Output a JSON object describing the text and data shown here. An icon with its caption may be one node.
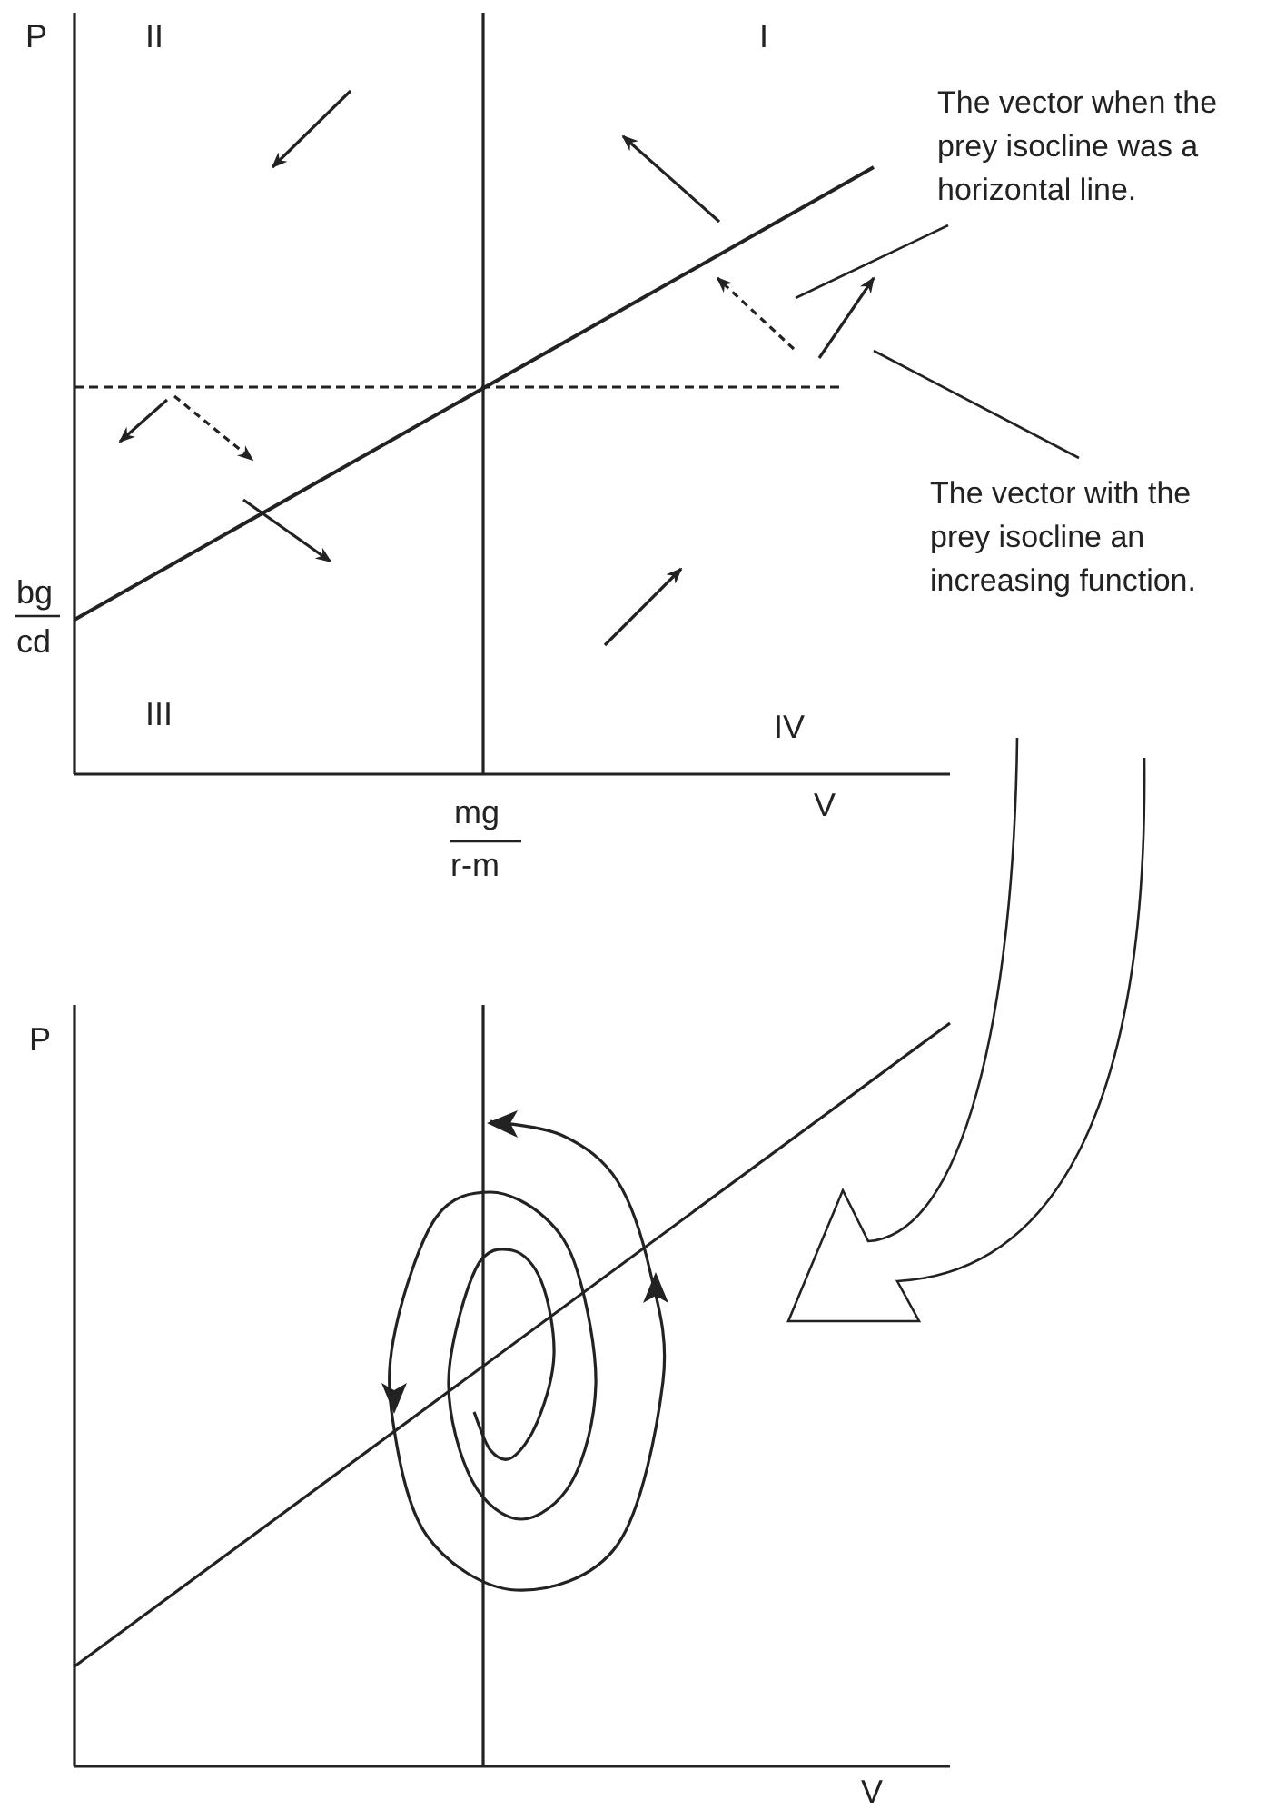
{
  "diagram": {
    "nodes": [
      {
        "text": [
          "The vector when the prey isocline was a horizontal line."
        ]
      },
      {
        "text": [
          "The vector with the prey isocline an increasing function."
        ]
      },
      {
        "text": [],
        "shape": "arrow"
      },
      {
        "text": [],
        "shape": "arrow"
      }
    ],
    "edges": [
      {
        "from": 0,
        "to": 2,
        "arrow": "none"
      },
      {
        "from": 1,
        "to": 3,
        "arrow": "none"
      }
    ],
    "labels": [
      "P",
      "II",
      "I",
      "bg",
      "cd",
      "III",
      "IV",
      "mg",
      "V",
      "r-m",
      "P",
      "V"
    ]
  }
}
